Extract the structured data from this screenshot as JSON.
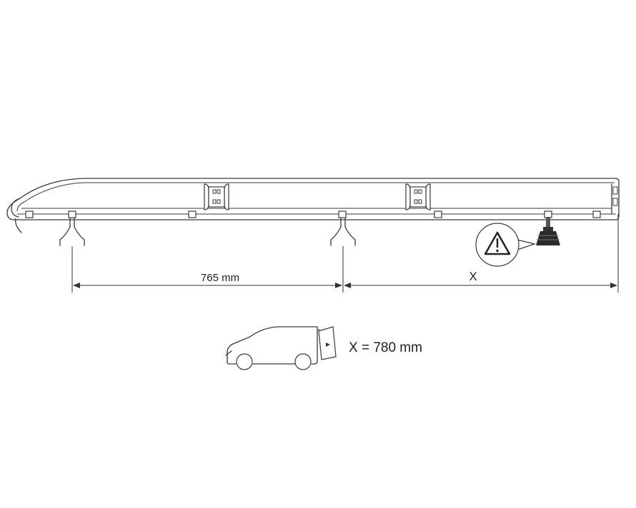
{
  "dimensions": {
    "span_label": "765 mm",
    "x_label": "X",
    "legend_text": "X = 780 mm"
  },
  "icons": [
    "roof-rail-drawing",
    "foot-clamp-icon",
    "warning-triangle-icon",
    "mounting-foot-icon",
    "van-icon"
  ],
  "colors": {
    "line": "#3a3a3a",
    "background": "#ffffff"
  }
}
